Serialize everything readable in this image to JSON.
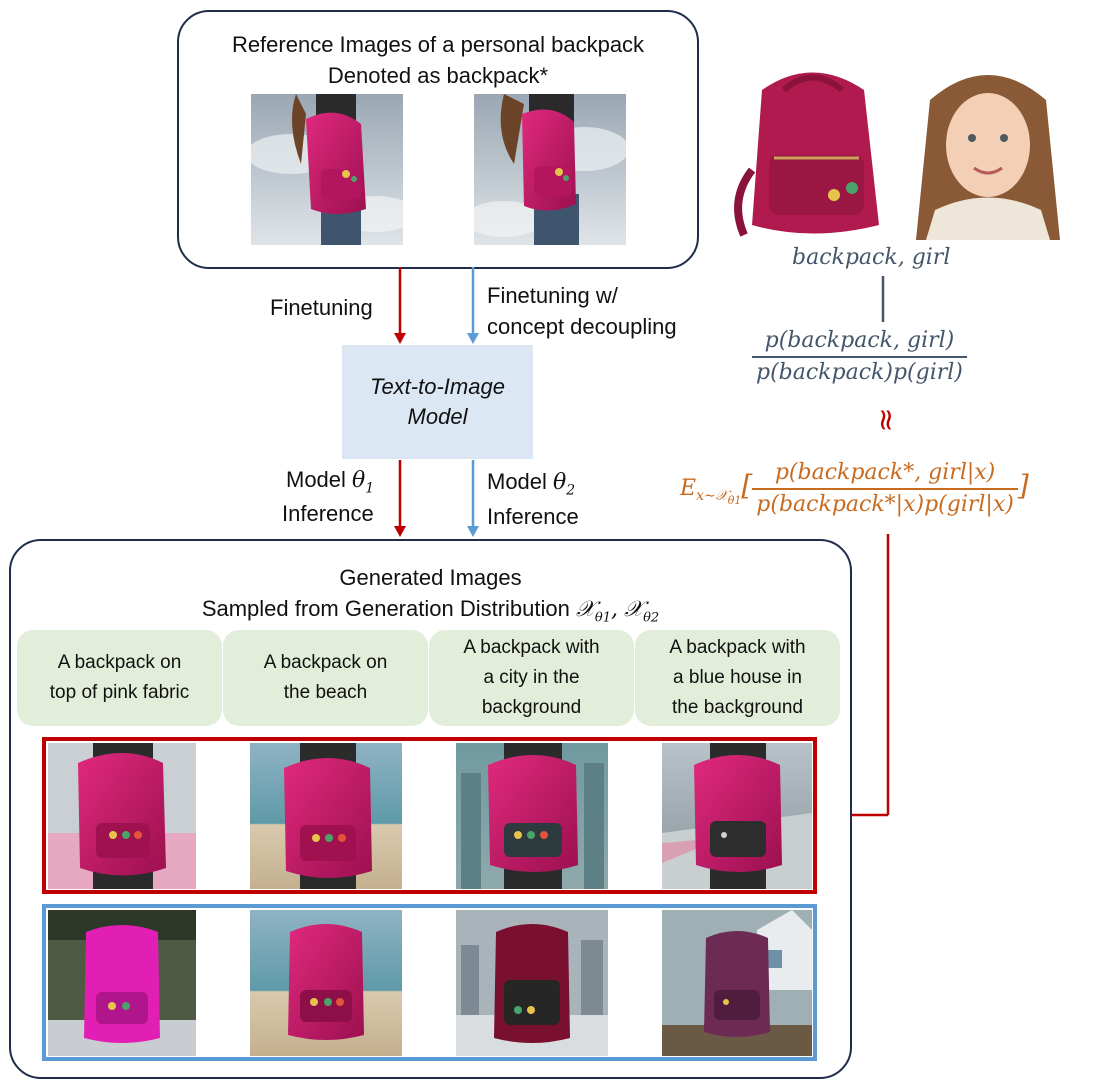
{
  "reference_box": {
    "title_line1": "Reference Images of a personal backpack",
    "title_line2": "Denoted as backpack*"
  },
  "arrows": {
    "finetuning": "Finetuning",
    "finetuning_decoupling_line1": "Finetuning w/",
    "finetuning_decoupling_line2": "concept decoupling",
    "model1_line1": "Model",
    "model1_symbol": "θ",
    "model1_sub": "1",
    "model1_line2": "Inference",
    "model2_line1": "Model",
    "model2_symbol": "θ",
    "model2_sub": "2",
    "model2_line2": "Inference"
  },
  "model_box": {
    "line1": "Text-to-Image",
    "line2": "Model"
  },
  "generated_box": {
    "title_line1": "Generated Images",
    "title_line2": "Sampled from Generation Distribution",
    "dist_symbol_1": "𝒳",
    "dist_sub_1": "θ1",
    "dist_sep": ",",
    "dist_symbol_2": "𝒳",
    "dist_sub_2": "θ2"
  },
  "prompts": [
    {
      "line1": "A backpack on",
      "line2": "top of pink fabric",
      "line3": ""
    },
    {
      "line1": "A backpack on",
      "line2": "the beach",
      "line3": ""
    },
    {
      "line1": "A backpack with",
      "line2": "a city in the",
      "line3": "background"
    },
    {
      "line1": "A backpack with",
      "line2": "a blue house in",
      "line3": "the background"
    }
  ],
  "right_panel": {
    "caption": "backpack, girl",
    "pmi_num": "p(backpack, girl)",
    "pmi_den": "p(backpack)p(girl)",
    "approx_symbol": "≈",
    "expectation_E": "E",
    "expectation_sub": "x∼𝒳",
    "expectation_subsub": "θ1",
    "bracket_open": "[",
    "bracket_close": "]",
    "exp_num": "p(backpack*, girl|x)",
    "exp_den": "p(backpack*|x)p(girl|x)"
  },
  "colors": {
    "red": "#c00000",
    "blue": "#5b9bd5",
    "navy_border": "#1f2d4a",
    "model_fill": "#dbe7f3",
    "prompt_fill": "#e2eed9",
    "slate_text": "#45566b",
    "orange_text": "#c86b1f",
    "backpack_pink": "#c2185b"
  },
  "icons": {
    "reference_photo": "girl-with-backpack-photo",
    "generated_photo": "backpack-photo",
    "object_backpack": "backpack-cutout",
    "object_girl": "girl-portrait"
  }
}
